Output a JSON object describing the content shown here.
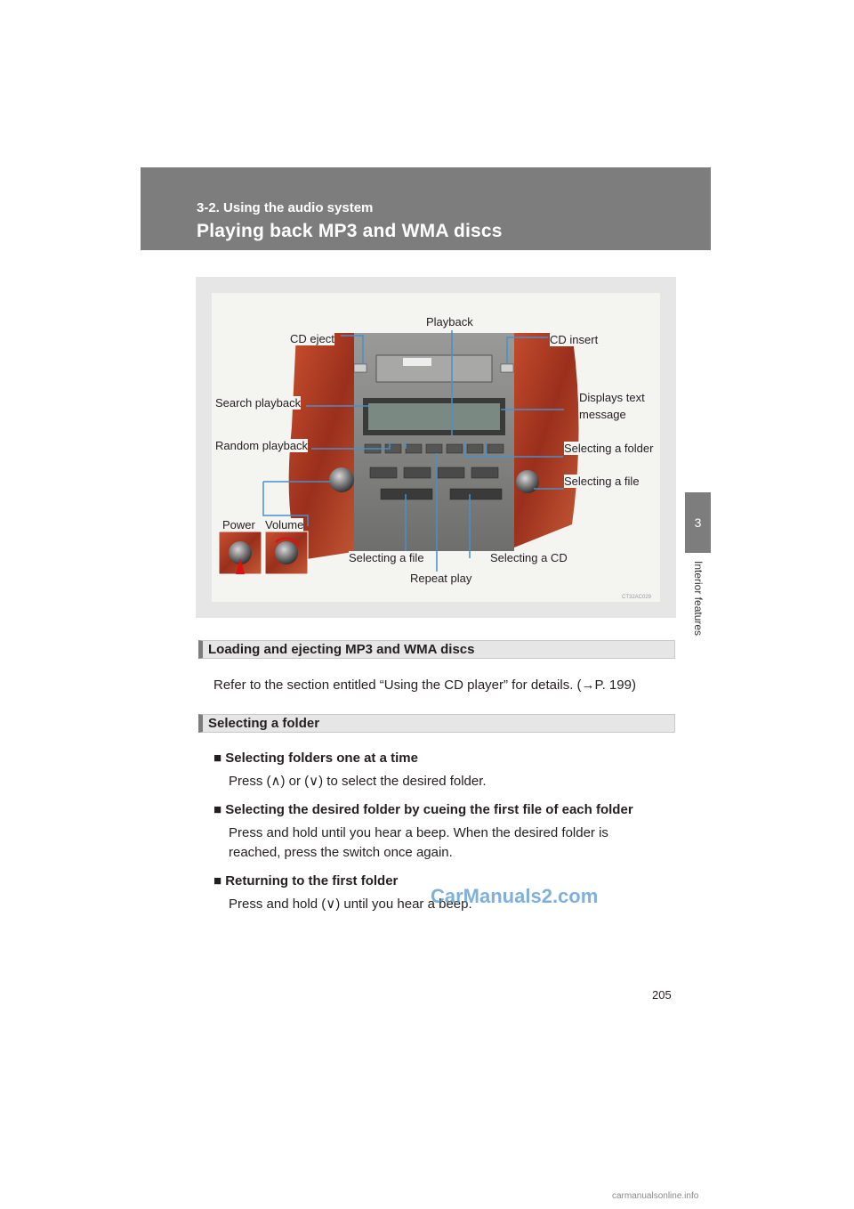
{
  "header": {
    "section": "3-2. Using the audio system",
    "title": "Playing back MP3 and WMA discs"
  },
  "side_tab": {
    "number": "3",
    "label": "Interior features"
  },
  "figure": {
    "callouts": {
      "cd_eject": "CD eject",
      "playback": "Playback",
      "cd_insert": "CD insert",
      "search_playback": "Search playback",
      "displays_text": "Displays text",
      "displays_text_2": "message",
      "random_playback": "Random playback",
      "selecting_folder": "Selecting a folder",
      "selecting_file_right": "Selecting a file",
      "power": "Power",
      "volume": "Volume",
      "selecting_file_bottom": "Selecting a file",
      "selecting_cd": "Selecting a CD",
      "repeat_play": "Repeat play"
    },
    "code": "CT32AC029"
  },
  "sections": [
    {
      "heading": "Loading and ejecting MP3 and WMA discs",
      "text": "Refer to the section entitled “Using the CD player” for details. (→P. 199)"
    },
    {
      "heading": "Selecting a folder",
      "items": [
        {
          "title": "■ Selecting folders one at a time",
          "line1": "Press           (∧) or           (∨) to select the desired folder."
        },
        {
          "title": "■ Selecting the desired folder by cueing the first file of each folder",
          "line1": "Press and hold            until you hear a beep. When the desired folder is",
          "line2": "reached, press the switch once again."
        },
        {
          "title": "■ Returning to the first folder",
          "line1": "Press and hold           (∨) until you hear a beep."
        }
      ]
    }
  ],
  "page_number": "205",
  "watermark": "CarManuals2.com",
  "footer": "carmanualsonline.info",
  "colors": {
    "header_bg": "#7d7d7d",
    "wood": "#b8432a",
    "panel": "#8a8a8a"
  }
}
